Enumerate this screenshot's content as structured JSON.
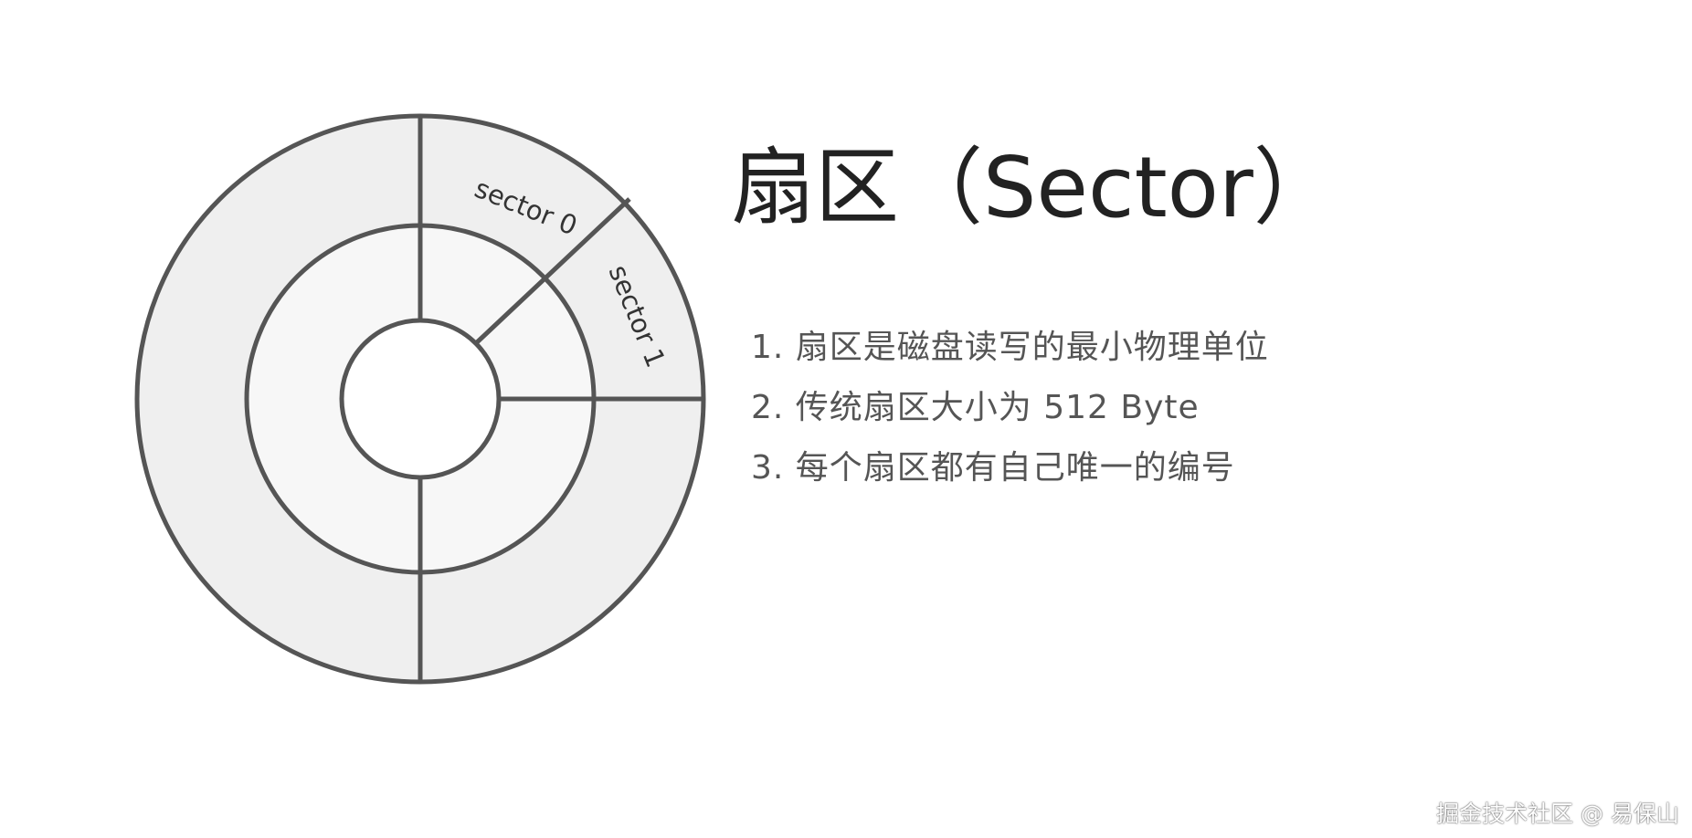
{
  "title": "扇区（Sector）",
  "points": [
    "1. 扇区是磁盘读写的最小物理单位",
    "2. 传统扇区大小为 512 Byte",
    "3. 每个扇区都有自己唯一的编号"
  ],
  "diagram": {
    "sector_labels": [
      "sector 0",
      "sector 1"
    ],
    "colors": {
      "stroke": "#555555",
      "outer_ring": "#efefef",
      "inner_ring": "#f7f7f7",
      "hub": "#ffffff"
    }
  },
  "watermark": "掘金技术社区 @ 易保山"
}
